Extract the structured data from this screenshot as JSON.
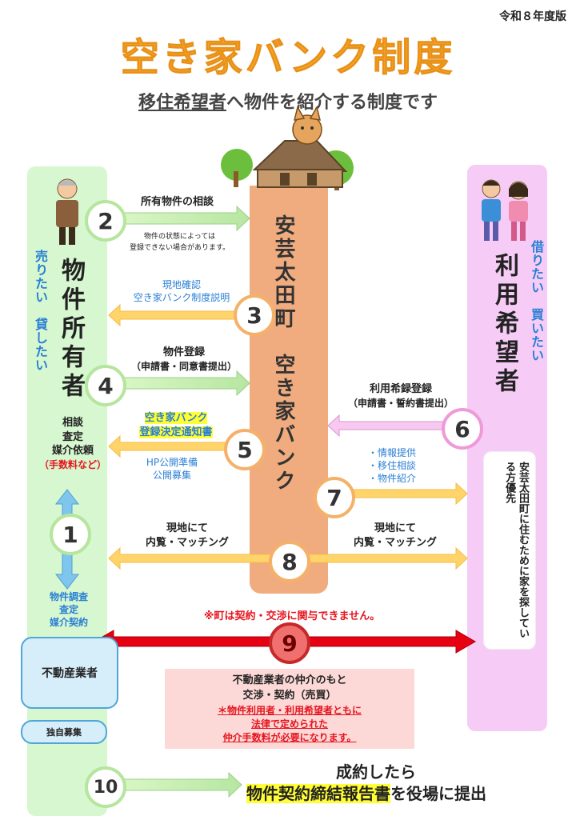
{
  "header": {
    "fiscal_year": "令和８年度版",
    "title": "空き家バンク制度",
    "subtitle_prefix": "移住希望者",
    "subtitle_suffix": "へ物件を紹介する制度です"
  },
  "center": {
    "label": "安芸太田町　空き家バンク"
  },
  "owner": {
    "title": "物件所有者",
    "side_label": "売りたい　貸したい",
    "consult": [
      "相談",
      "査定",
      "媒介依頼"
    ],
    "fee_note": "（手数料など）",
    "survey": [
      "物件調査",
      "査定",
      "媒介契約"
    ],
    "realtor": "不動産業者",
    "self_recruit": "独自募集"
  },
  "user": {
    "title": "利用希望者",
    "side_label": "借りたい　買いたい",
    "priority": "安芸太田町に住むために家を探している方優先"
  },
  "steps": {
    "s1": "1",
    "s2": {
      "num": "2",
      "label": "所有物件の相談",
      "note": [
        "物件の状態によっては",
        "登録できない場合があります。"
      ]
    },
    "s3": {
      "num": "3",
      "label": [
        "現地確認",
        "空き家バンク制度説明"
      ]
    },
    "s4": {
      "num": "4",
      "label": "物件登録",
      "sub": "（申請書・同意書提出）"
    },
    "s5": {
      "num": "5",
      "label": [
        "空き家バンク",
        "登録決定通知書"
      ],
      "sub": [
        "HP公開準備",
        "公開募集"
      ]
    },
    "s6": {
      "num": "6",
      "label": "利用希録登録",
      "sub": "（申請書・誓約書提出）"
    },
    "s7": {
      "num": "7",
      "label": [
        "・情報提供",
        "・移住相談",
        "・物件紹介"
      ]
    },
    "s8": {
      "num": "8",
      "left": [
        "現地にて",
        "内覧・マッチング"
      ],
      "right": [
        "現地にて",
        "内覧・マッチング"
      ]
    },
    "s9": {
      "num": "9",
      "warning": "※町は契約・交渉に関与できません。"
    },
    "s10": {
      "num": "10",
      "line1": "成約したら",
      "line2_hl": "物件契約締結報告書",
      "line2_rest": "を役場に提出"
    }
  },
  "negotiation": {
    "line1": "不動産業者の仲介のもと",
    "line2": "交渉・契約（売買）",
    "note": [
      "＊物件利用者・利用希望者ともに",
      "法律で定められた",
      "仲介手数料が必要になります。"
    ]
  },
  "colors": {
    "green_col": "#d6f7cf",
    "pink_col": "#f6ccf6",
    "center_bar": "#f0ac7e",
    "title_orange": "#f5a623",
    "red_arrow": "#e60012",
    "yellow_arrow": "#ffd46b"
  }
}
